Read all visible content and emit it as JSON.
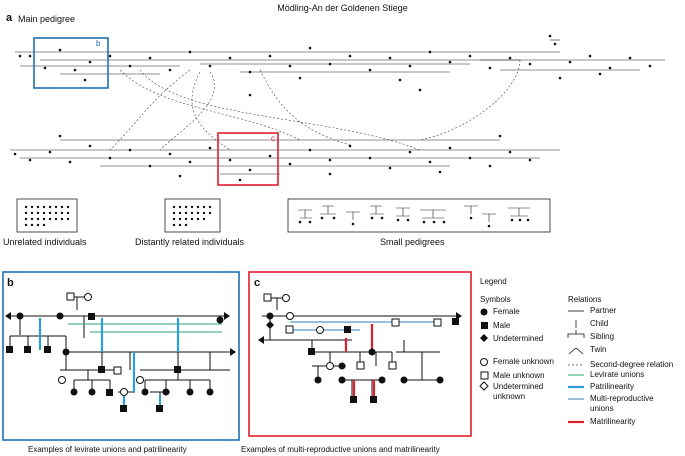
{
  "title": "Mödling-An der Goldenen Stiege",
  "panel_a": {
    "letter": "a",
    "label": "Main pedigree",
    "box_b": "b",
    "box_c": "c",
    "unrelated": "Unrelated individuals",
    "distant": "Distantly related individuals",
    "small": "Small pedigrees"
  },
  "panel_b": {
    "letter": "b",
    "caption": "Examples of levirate unions and patrilinearity"
  },
  "panel_c": {
    "letter": "c",
    "caption": "Examples of multi-reproductive unions and matrilinearity"
  },
  "legend": {
    "title": "Legend",
    "symbols_title": "Symbols",
    "relations_title": "Relations",
    "female": "Female",
    "male": "Male",
    "undetermined": "Undetermined",
    "female_unknown": "Female unknown",
    "male_unknown": "Male unknown",
    "undetermined_unknown_1": "Undetermined",
    "undetermined_unknown_2": "unknown",
    "partner": "Partner",
    "child": "Child",
    "sibling": "Sibling",
    "twin": "Twin",
    "second_degree": "Second-degree relation",
    "levirate": "Levirate unions",
    "patrilinearity": "Patrilinearity",
    "multi_1": "Multi-reproductive",
    "multi_2": "unions",
    "matrilinearity": "Matrilinearity"
  },
  "colors": {
    "blue_box": "#1f6fb5",
    "red_box": "#e0202e",
    "levirate": "#2aa36b",
    "patrilinearity": "#2b9fd8",
    "multi": "#2f7fc1",
    "matrilinearity": "#e0202e"
  }
}
